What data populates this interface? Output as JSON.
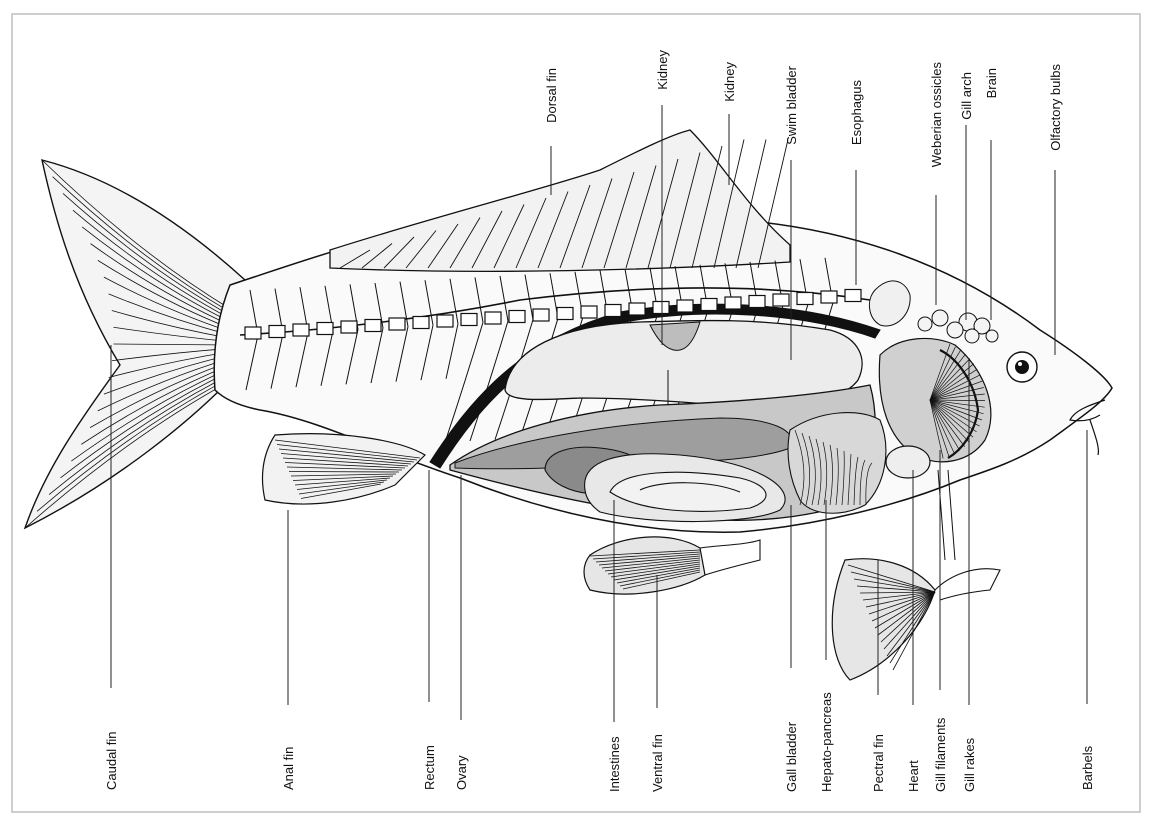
{
  "diagram": {
    "labels": {
      "caudal_fin": "Caudal fin",
      "anal_fin": "Anal fin",
      "rectum": "Rectum",
      "ovary": "Ovary",
      "intestines": "Intestines",
      "ventral_fin": "Ventral fin",
      "gall_bladder": "Gall bladder",
      "hepato_pancreas": "Hepato-pancreas",
      "pectral_fin": "Pectral fin",
      "heart": "Heart",
      "gill_filaments": "Gill filaments",
      "gill_rakes": "Gill rakes",
      "barbels": "Barbels",
      "dorsal_fin": "Dorsal fin",
      "kidney_1": "Kidney",
      "kidney_2": "Kidney",
      "swim_bladder": "Swim bladder",
      "esophagus": "Esophagus",
      "weberian_ossicles": "Weberian ossicles",
      "gill_arch": "Gill arch",
      "brain": "Brain",
      "olfactory_bulbs": "Olfactory bulbs"
    }
  }
}
